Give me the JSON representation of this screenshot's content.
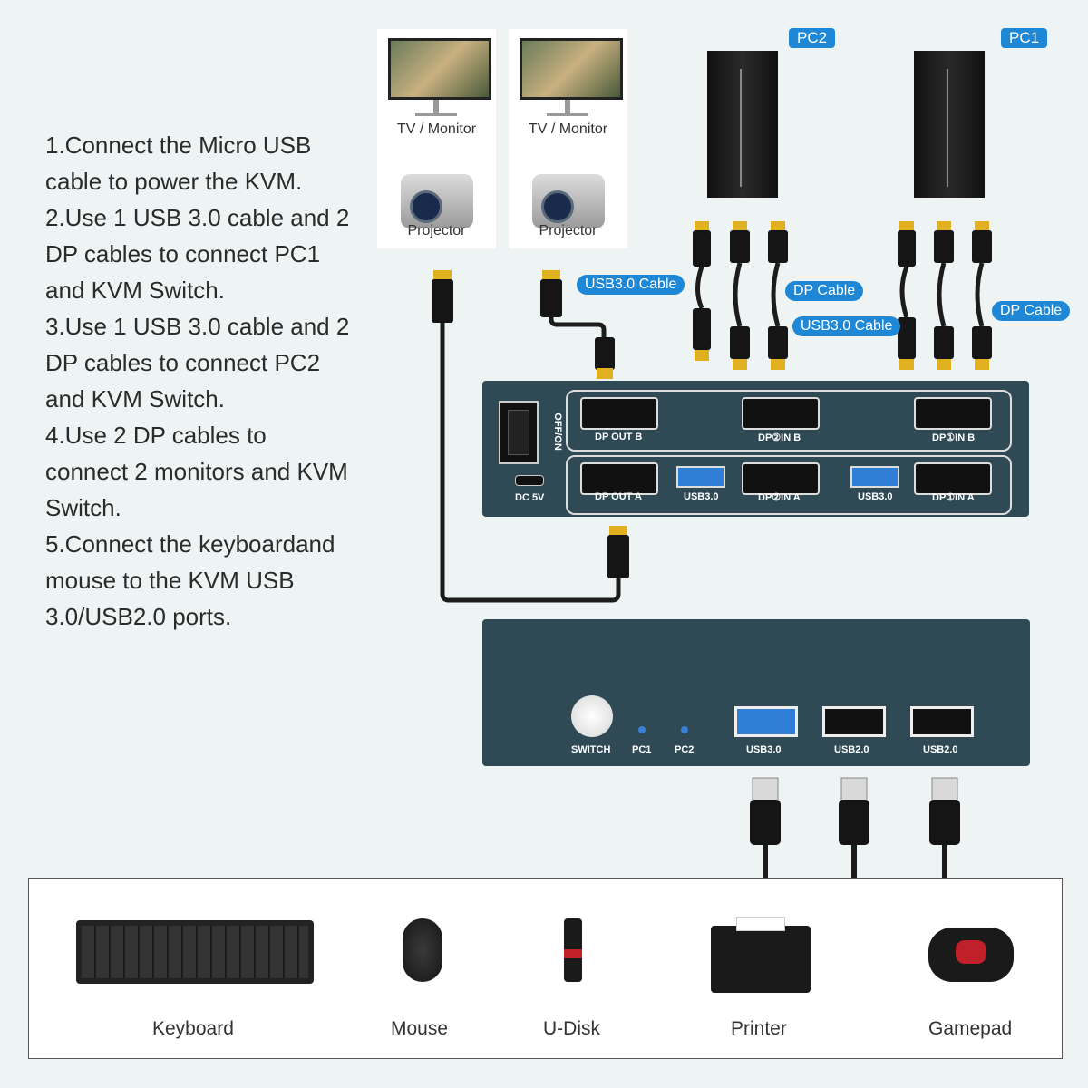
{
  "instructions": [
    "1.Connect the Micro USB cable to power the KVM.",
    "2.Use 1 USB 3.0 cable and 2 DP cables to connect PC1 and KVM Switch.",
    "3.Use 1 USB 3.0 cable and 2 DP cables to connect PC2 and KVM Switch.",
    "4.Use 2 DP cables to connect 2 monitors and KVM Switch.",
    "5.Connect the keyboardand mouse to the KVM USB 3.0/USB2.0 ports."
  ],
  "displays": [
    {
      "monitor_label": "TV / Monitor",
      "projector_label": "Projector"
    },
    {
      "monitor_label": "TV / Monitor",
      "projector_label": "Projector"
    }
  ],
  "pcs": {
    "pc2": "PC2",
    "pc1": "PC1"
  },
  "cable_labels": {
    "usb_left": "USB3.0 Cable",
    "dp_left": "DP Cable",
    "usb_right": "USB3.0 Cable",
    "dp_right": "DP Cable"
  },
  "kvm_rear": {
    "power_switch": "OFF/ON",
    "dc": "DC 5V",
    "dp_out_b": "DP OUT B",
    "dp2_in_b": "DP②IN B",
    "dp1_in_b": "DP①IN B",
    "dp_out_a": "DP OUT A",
    "usb30_a": "USB3.0",
    "dp2_in_a": "DP②IN A",
    "usb30_b": "USB3.0",
    "dp1_in_a": "DP①IN A"
  },
  "kvm_front": {
    "switch": "SWITCH",
    "pc1": "PC1",
    "pc2": "PC2",
    "usb1": "USB3.0",
    "usb2": "USB2.0",
    "usb3": "USB2.0"
  },
  "peripherals": [
    "Keyboard",
    "Mouse",
    "U-Disk",
    "Printer",
    "Gamepad"
  ],
  "colors": {
    "accent": "#1e88d6",
    "kvm_body": "#2f4a55",
    "usb3_blue": "#2f7fd6",
    "gold": "#e0b020"
  }
}
